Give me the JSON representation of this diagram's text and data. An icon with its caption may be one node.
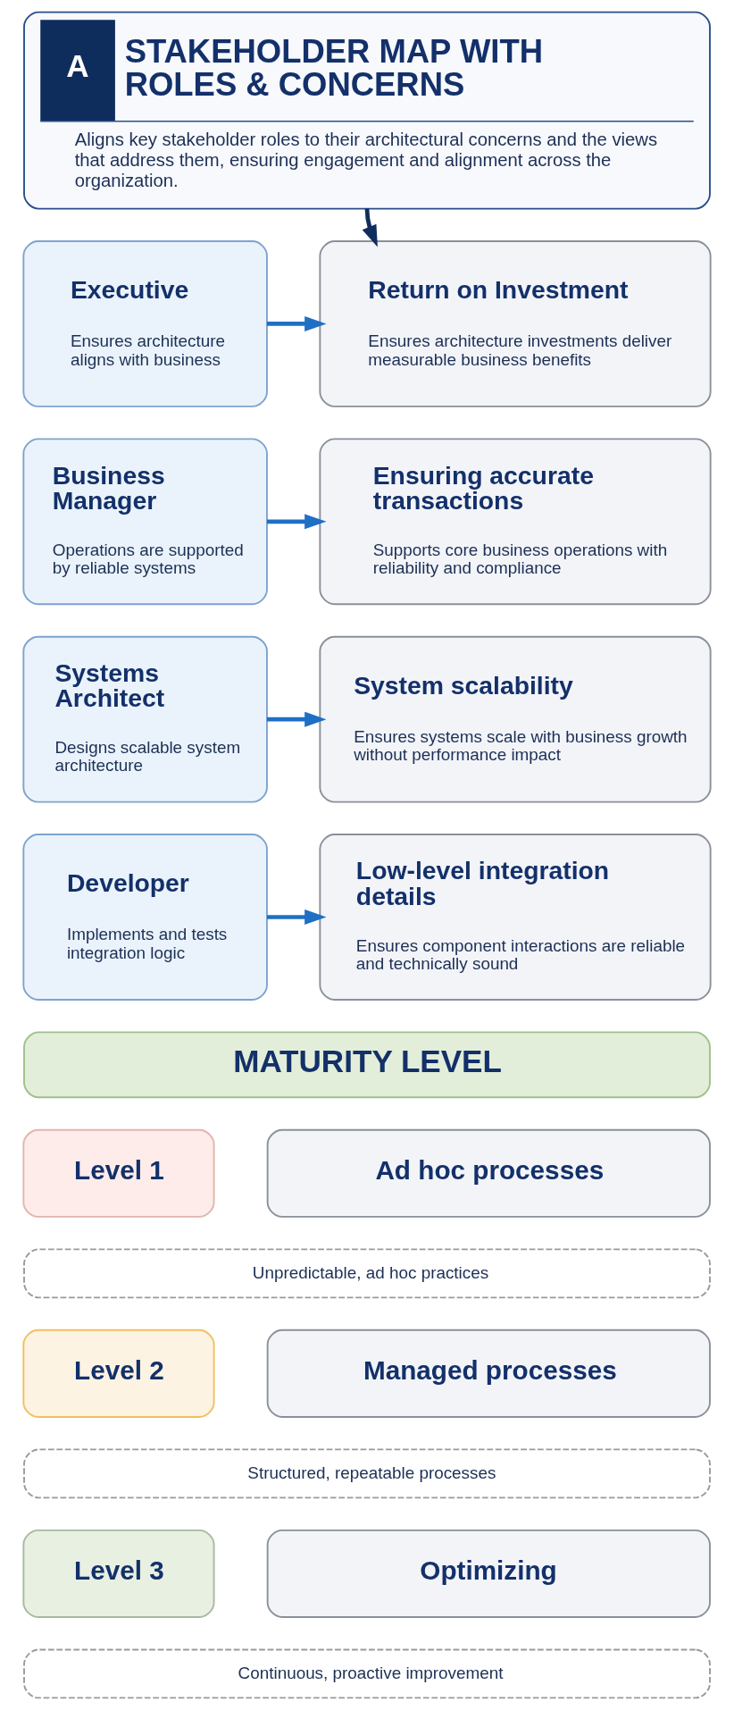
{
  "diagram": {
    "nodes": [
      {
        "text": [
          "A",
          "STAKEHOLDER MAP WITH ROLES & CONCERNS",
          "Aligns key stakeholder roles to their architectural concerns and the views that address them, ensuring engagement and alignment across the organization."
        ]
      },
      {
        "text": [
          "Executive",
          "Ensures architecture aligns with business"
        ]
      },
      {
        "text": [
          "Return on Investment",
          "Ensures architecture investments deliver measurable business benefits"
        ]
      },
      {
        "text": [
          "Business Manager",
          "Operations are supported by reliable systems"
        ]
      },
      {
        "text": [
          "Ensuring accurate transactions",
          "Supports core business operations with reliability and compliance"
        ]
      },
      {
        "text": [
          "Systems Architect",
          "Designs scalable system architecture"
        ]
      },
      {
        "text": [
          "System scalability",
          "Ensures systems scale with business growth without performance impact"
        ]
      },
      {
        "text": [
          "Developer",
          "Implements and tests integration logic"
        ]
      },
      {
        "text": [
          "Low-level integration details",
          "Ensures component interactions are reliable and technically sound"
        ]
      },
      {
        "text": [
          "MATURITY LEVEL"
        ]
      },
      {
        "text": [
          "Level 1"
        ]
      },
      {
        "text": [
          "Ad hoc processes"
        ]
      },
      {
        "text": [
          "Unpredictable, ad hoc practices"
        ]
      },
      {
        "text": [
          "Level 2"
        ]
      },
      {
        "text": [
          "Managed processes"
        ]
      },
      {
        "text": [
          "Structured, repeatable processes"
        ]
      },
      {
        "text": [
          "Level 3"
        ]
      },
      {
        "text": [
          "Optimizing"
        ]
      },
      {
        "text": [
          "Continuous, proactive improvement"
        ]
      }
    ],
    "edges": [
      {
        "from": 0,
        "to": 2,
        "arrow": "to",
        "color": "#0f2d5c"
      },
      {
        "from": 1,
        "to": 2,
        "arrow": "to"
      },
      {
        "from": 3,
        "to": 4,
        "arrow": "to"
      },
      {
        "from": 5,
        "to": 6,
        "arrow": "to"
      },
      {
        "from": 7,
        "to": 8,
        "arrow": "to"
      }
    ]
  }
}
